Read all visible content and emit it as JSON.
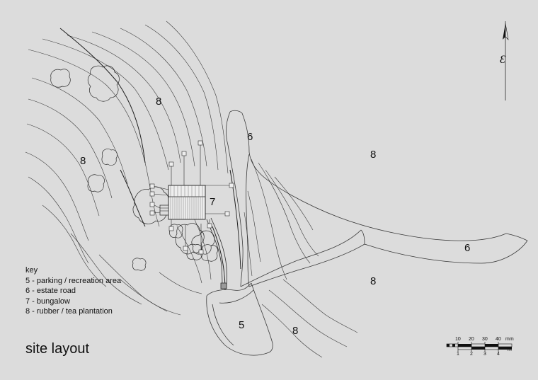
{
  "title": "site layout",
  "key": {
    "heading": "key",
    "items": [
      "5 - parking / recreation area",
      "6 - estate road",
      "7 - bungalow",
      "8 - rubber / tea plantation"
    ]
  },
  "zone_labels": {
    "z8_top": "8",
    "z8_left": "8",
    "z6_road_top": "6",
    "z8_right": "8",
    "z7_bungalow": "7",
    "z6_road_right": "6",
    "z8_mid_right": "8",
    "z5_parking": "5",
    "z8_bottom": "8"
  },
  "scale_bar": {
    "mm_ticks": [
      "10",
      "20",
      "30",
      "40"
    ],
    "mm_unit": "mm",
    "m_ticks": [
      "1",
      "2",
      "3",
      "4"
    ],
    "m_unit": "m"
  },
  "north_arrow": {
    "letter": "Ɛ"
  },
  "colors": {
    "background": "#dcdcdc",
    "line": "#2a2a2a"
  }
}
